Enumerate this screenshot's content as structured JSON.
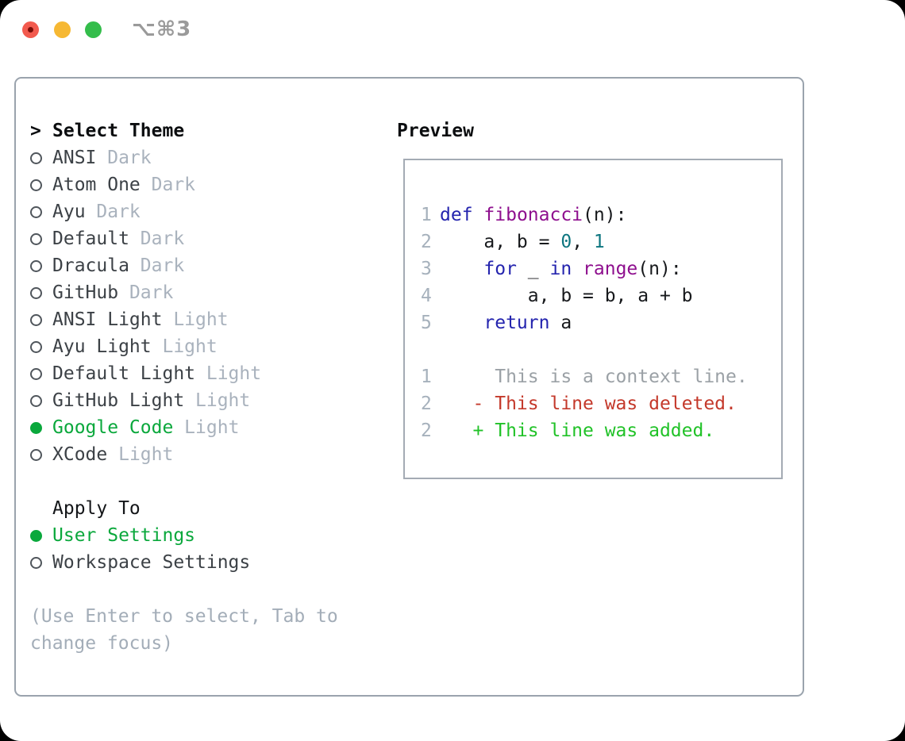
{
  "window": {
    "shortcut_label": "⌥⌘3"
  },
  "colors": {
    "selection_green": "#0aa83c",
    "list_text": "#3c4146",
    "variant_gray": "#a9b2bd",
    "hint_gray": "#a3adb8",
    "panel_border": "#9aa3ad",
    "preview_border": "#a4abb4",
    "line_number_gray": "#a6b1bc",
    "syntax_keyword": "#2424ae",
    "syntax_function": "#8e0f8e",
    "syntax_number": "#0e7680",
    "syntax_plain": "#17191c",
    "diff_context": "#9ba1a6",
    "diff_deleted": "#c4392b",
    "diff_added": "#21c228",
    "traffic_red": "#f25a4e",
    "traffic_yellow": "#f6b833",
    "traffic_green": "#34bd4b"
  },
  "theme_picker": {
    "prompt": ">",
    "title": "Select Theme",
    "items": [
      {
        "name": "ANSI",
        "variant": " Dark",
        "selected": false
      },
      {
        "name": "Atom One",
        "variant": " Dark",
        "selected": false
      },
      {
        "name": "Ayu",
        "variant": " Dark",
        "selected": false
      },
      {
        "name": "Default",
        "variant": " Dark",
        "selected": false
      },
      {
        "name": "Dracula",
        "variant": " Dark",
        "selected": false
      },
      {
        "name": "GitHub",
        "variant": " Dark",
        "selected": false
      },
      {
        "name": "ANSI Light",
        "variant": " Light",
        "selected": false
      },
      {
        "name": "Ayu Light",
        "variant": " Light",
        "selected": false
      },
      {
        "name": "Default Light",
        "variant": " Light",
        "selected": false
      },
      {
        "name": "GitHub Light",
        "variant": " Light",
        "selected": false
      },
      {
        "name": "Google Code",
        "variant": " Light",
        "selected": true
      },
      {
        "name": "XCode",
        "variant": " Light",
        "selected": false
      }
    ],
    "apply_to": {
      "title": "Apply To",
      "options": [
        {
          "label": "User Settings",
          "selected": true
        },
        {
          "label": "Workspace Settings",
          "selected": false
        }
      ]
    },
    "hint": "(Use Enter to select, Tab to change focus)"
  },
  "preview": {
    "title": "Preview",
    "code_lines": [
      {
        "num": "1",
        "tokens": [
          {
            "t": "def",
            "c": "kw"
          },
          {
            "t": " ",
            "c": "pl"
          },
          {
            "t": "fibonacci",
            "c": "fn"
          },
          {
            "t": "(n):",
            "c": "pl"
          }
        ]
      },
      {
        "num": "2",
        "tokens": [
          {
            "t": "    a, b = ",
            "c": "pl"
          },
          {
            "t": "0",
            "c": "num"
          },
          {
            "t": ", ",
            "c": "pl"
          },
          {
            "t": "1",
            "c": "num"
          }
        ]
      },
      {
        "num": "3",
        "tokens": [
          {
            "t": "    ",
            "c": "pl"
          },
          {
            "t": "for",
            "c": "kw"
          },
          {
            "t": " _ ",
            "c": "pl"
          },
          {
            "t": "in",
            "c": "kw"
          },
          {
            "t": " ",
            "c": "pl"
          },
          {
            "t": "range",
            "c": "fn"
          },
          {
            "t": "(n):",
            "c": "pl"
          }
        ]
      },
      {
        "num": "4",
        "tokens": [
          {
            "t": "        a, b = b, a + b",
            "c": "pl"
          }
        ]
      },
      {
        "num": "5",
        "tokens": [
          {
            "t": "    ",
            "c": "pl"
          },
          {
            "t": "return",
            "c": "kw"
          },
          {
            "t": " a",
            "c": "pl"
          }
        ]
      }
    ],
    "diff_lines": [
      {
        "num": "1",
        "tokens": [
          {
            "t": "     This is a context line.",
            "c": "ctx"
          }
        ]
      },
      {
        "num": "2",
        "tokens": [
          {
            "t": "   - This line was deleted.",
            "c": "del"
          }
        ]
      },
      {
        "num": "2",
        "tokens": [
          {
            "t": "   + This line was added.",
            "c": "add"
          }
        ]
      }
    ]
  }
}
